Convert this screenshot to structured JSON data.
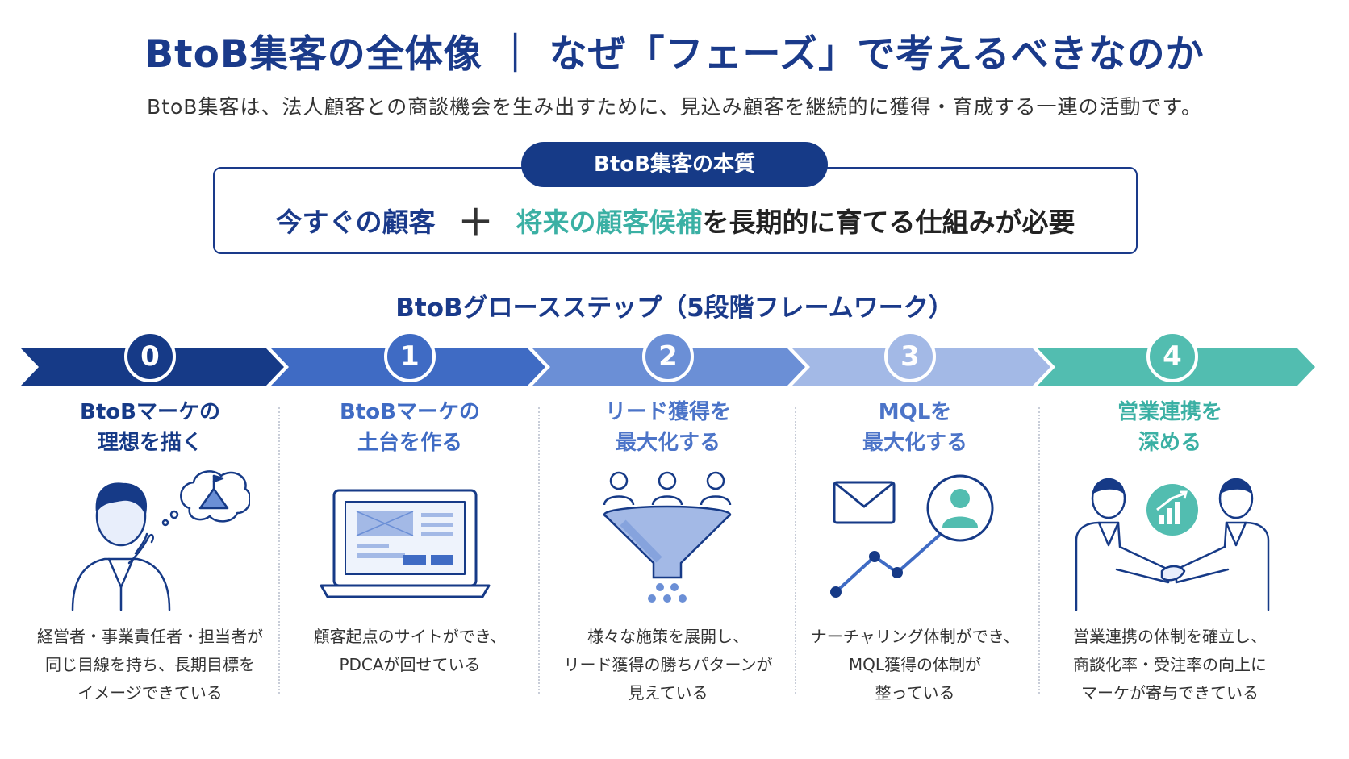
{
  "title": "BtoB集客の全体像 ｜ なぜ「フェーズ」で考えるべきなのか",
  "subtitle": "BtoB集客は、法人顧客との商談機会を生み出すために、見込み顧客を継続的に獲得・育成する一連の活動です。",
  "essence": {
    "label": "BtoB集客の本質",
    "part1": "今すぐの顧客",
    "plus": "＋",
    "part2": "将来の顧客候補",
    "part3": "を長期的に育てる仕組みが必要"
  },
  "framework_title": "BtoBグロースステップ（5段階フレームワーク）",
  "colors": {
    "navy": "#163a87",
    "step0": "#163a87",
    "step1": "#3f6bc4",
    "step2": "#6b8fd6",
    "step3": "#a3b9e6",
    "step4": "#52bdb0",
    "teal": "#3bb0a4"
  },
  "steps": [
    {
      "number": "0",
      "head1": "BtoBマーケの",
      "head2": "理想を描く",
      "desc1": "経営者・事業責任者・担当者が",
      "desc2": "同じ目線を持ち、長期目標を",
      "desc3": "イメージできている",
      "icon": "thinking-person-icon"
    },
    {
      "number": "1",
      "head1": "BtoBマーケの",
      "head2": "土台を作る",
      "desc1": "顧客起点のサイトができ、",
      "desc2": "PDCAが回せている",
      "desc3": "",
      "icon": "laptop-icon"
    },
    {
      "number": "2",
      "head1": "リード獲得を",
      "head2": "最大化する",
      "desc1": "様々な施策を展開し、",
      "desc2": "リード獲得の勝ちパターンが",
      "desc3": "見えている",
      "icon": "funnel-icon"
    },
    {
      "number": "3",
      "head1": "MQLを",
      "head2": "最大化する",
      "desc1": "ナーチャリング体制ができ、",
      "desc2": "MQL獲得の体制が",
      "desc3": "整っている",
      "icon": "mail-growth-icon"
    },
    {
      "number": "4",
      "head1": "営業連携を",
      "head2": "深める",
      "desc1": "営業連携の体制を確立し、",
      "desc2": "商談化率・受注率の向上に",
      "desc3": "マーケが寄与できている",
      "icon": "handshake-icon"
    }
  ]
}
